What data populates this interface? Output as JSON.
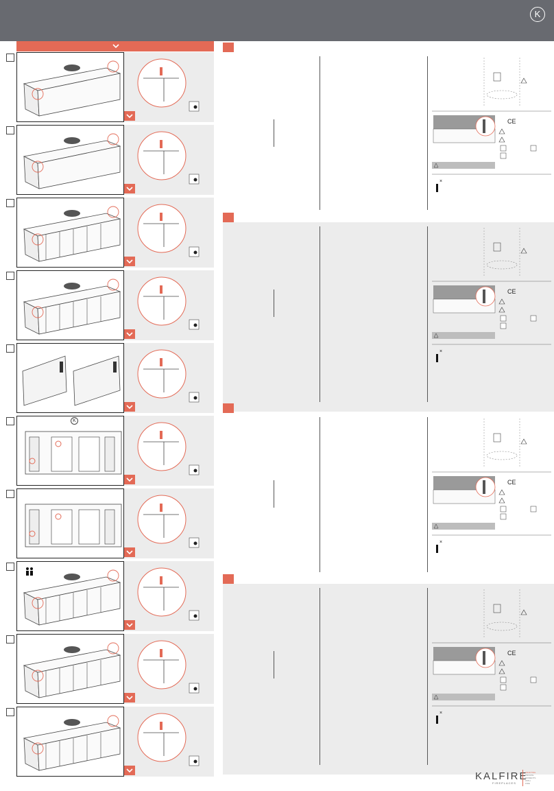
{
  "header": {
    "logo_letter": "K",
    "background_color": "#686a70",
    "accent_color": "#e36a56"
  },
  "steps": [
    {
      "id": 1
    },
    {
      "id": 2
    },
    {
      "id": 3
    },
    {
      "id": 4
    },
    {
      "id": 5
    },
    {
      "id": 6
    },
    {
      "id": 7
    },
    {
      "id": 8
    },
    {
      "id": 9
    },
    {
      "id": 10
    }
  ],
  "labels": {
    "marker_k": "K",
    "ce_mark": "CE"
  },
  "footer": {
    "brand": "KALFIRE",
    "brand_sub": "FIREPLACES",
    "tagline_line1": "CRAFTING",
    "tagline_line2": "PRIVATE",
    "tagline_line3": "MOMENTS",
    "tagline_line4": "WITH",
    "tagline_line5": "FIRE"
  }
}
